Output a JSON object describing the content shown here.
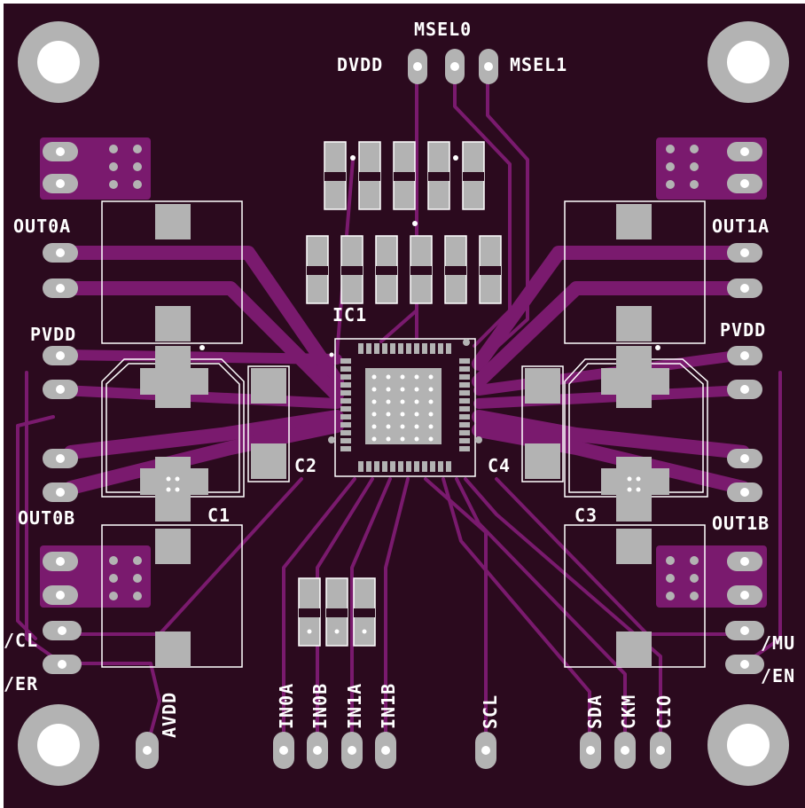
{
  "colors": {
    "board": "#2b0a1e",
    "copper": "#7a1a6e",
    "pad": "#b3b3b3",
    "silk": "#ffffff",
    "hole": "#ffffff"
  },
  "labels": {
    "msel0": "MSEL0",
    "dvdd": "DVDD",
    "msel1": "MSEL1",
    "ic1": "IC1",
    "out0a": "OUT0A",
    "out1a": "OUT1A",
    "pvdd_left": "PVDD",
    "pvdd_right": "PVDD",
    "c1": "C1",
    "c2": "C2",
    "c3": "C3",
    "c4": "C4",
    "out0b": "OUT0B",
    "out1b": "OUT1B",
    "cl": "/CL",
    "er": "/ER",
    "mu": "/MU",
    "en": "/EN",
    "avdd": "AVDD",
    "in0a": "IN0A",
    "in0b": "IN0B",
    "in1a": "IN1A",
    "in1b": "IN1B",
    "scl": "SCL",
    "sda": "SDA",
    "ckm": "CKM",
    "cio": "CIO"
  }
}
